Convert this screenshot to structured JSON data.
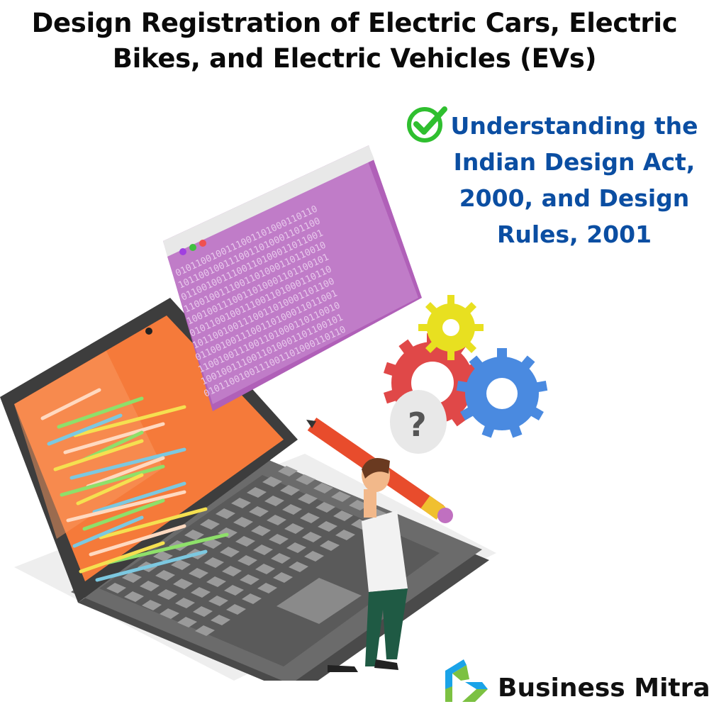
{
  "title": {
    "line1": "Design Registration of Electric Cars, Electric",
    "line2": "Bikes, and Electric Vehicles (EVs)"
  },
  "subtitle": {
    "icon": "green-check-circle-icon",
    "line1": "Understanding the",
    "line2": "Indian Design Act,",
    "line3": "2000, and Design",
    "line4": "Rules, 2001"
  },
  "brand": {
    "name": "Business Mitra",
    "logo_colors": [
      "#1aa3e8",
      "#7cc142"
    ]
  },
  "colors": {
    "title": "#0a0a0a",
    "subtitle": "#0b4ea2",
    "check": "#2fbf2f",
    "screen": "#f57a3a",
    "window": "#c07cc8"
  },
  "illustration": {
    "question_mark": "?"
  }
}
